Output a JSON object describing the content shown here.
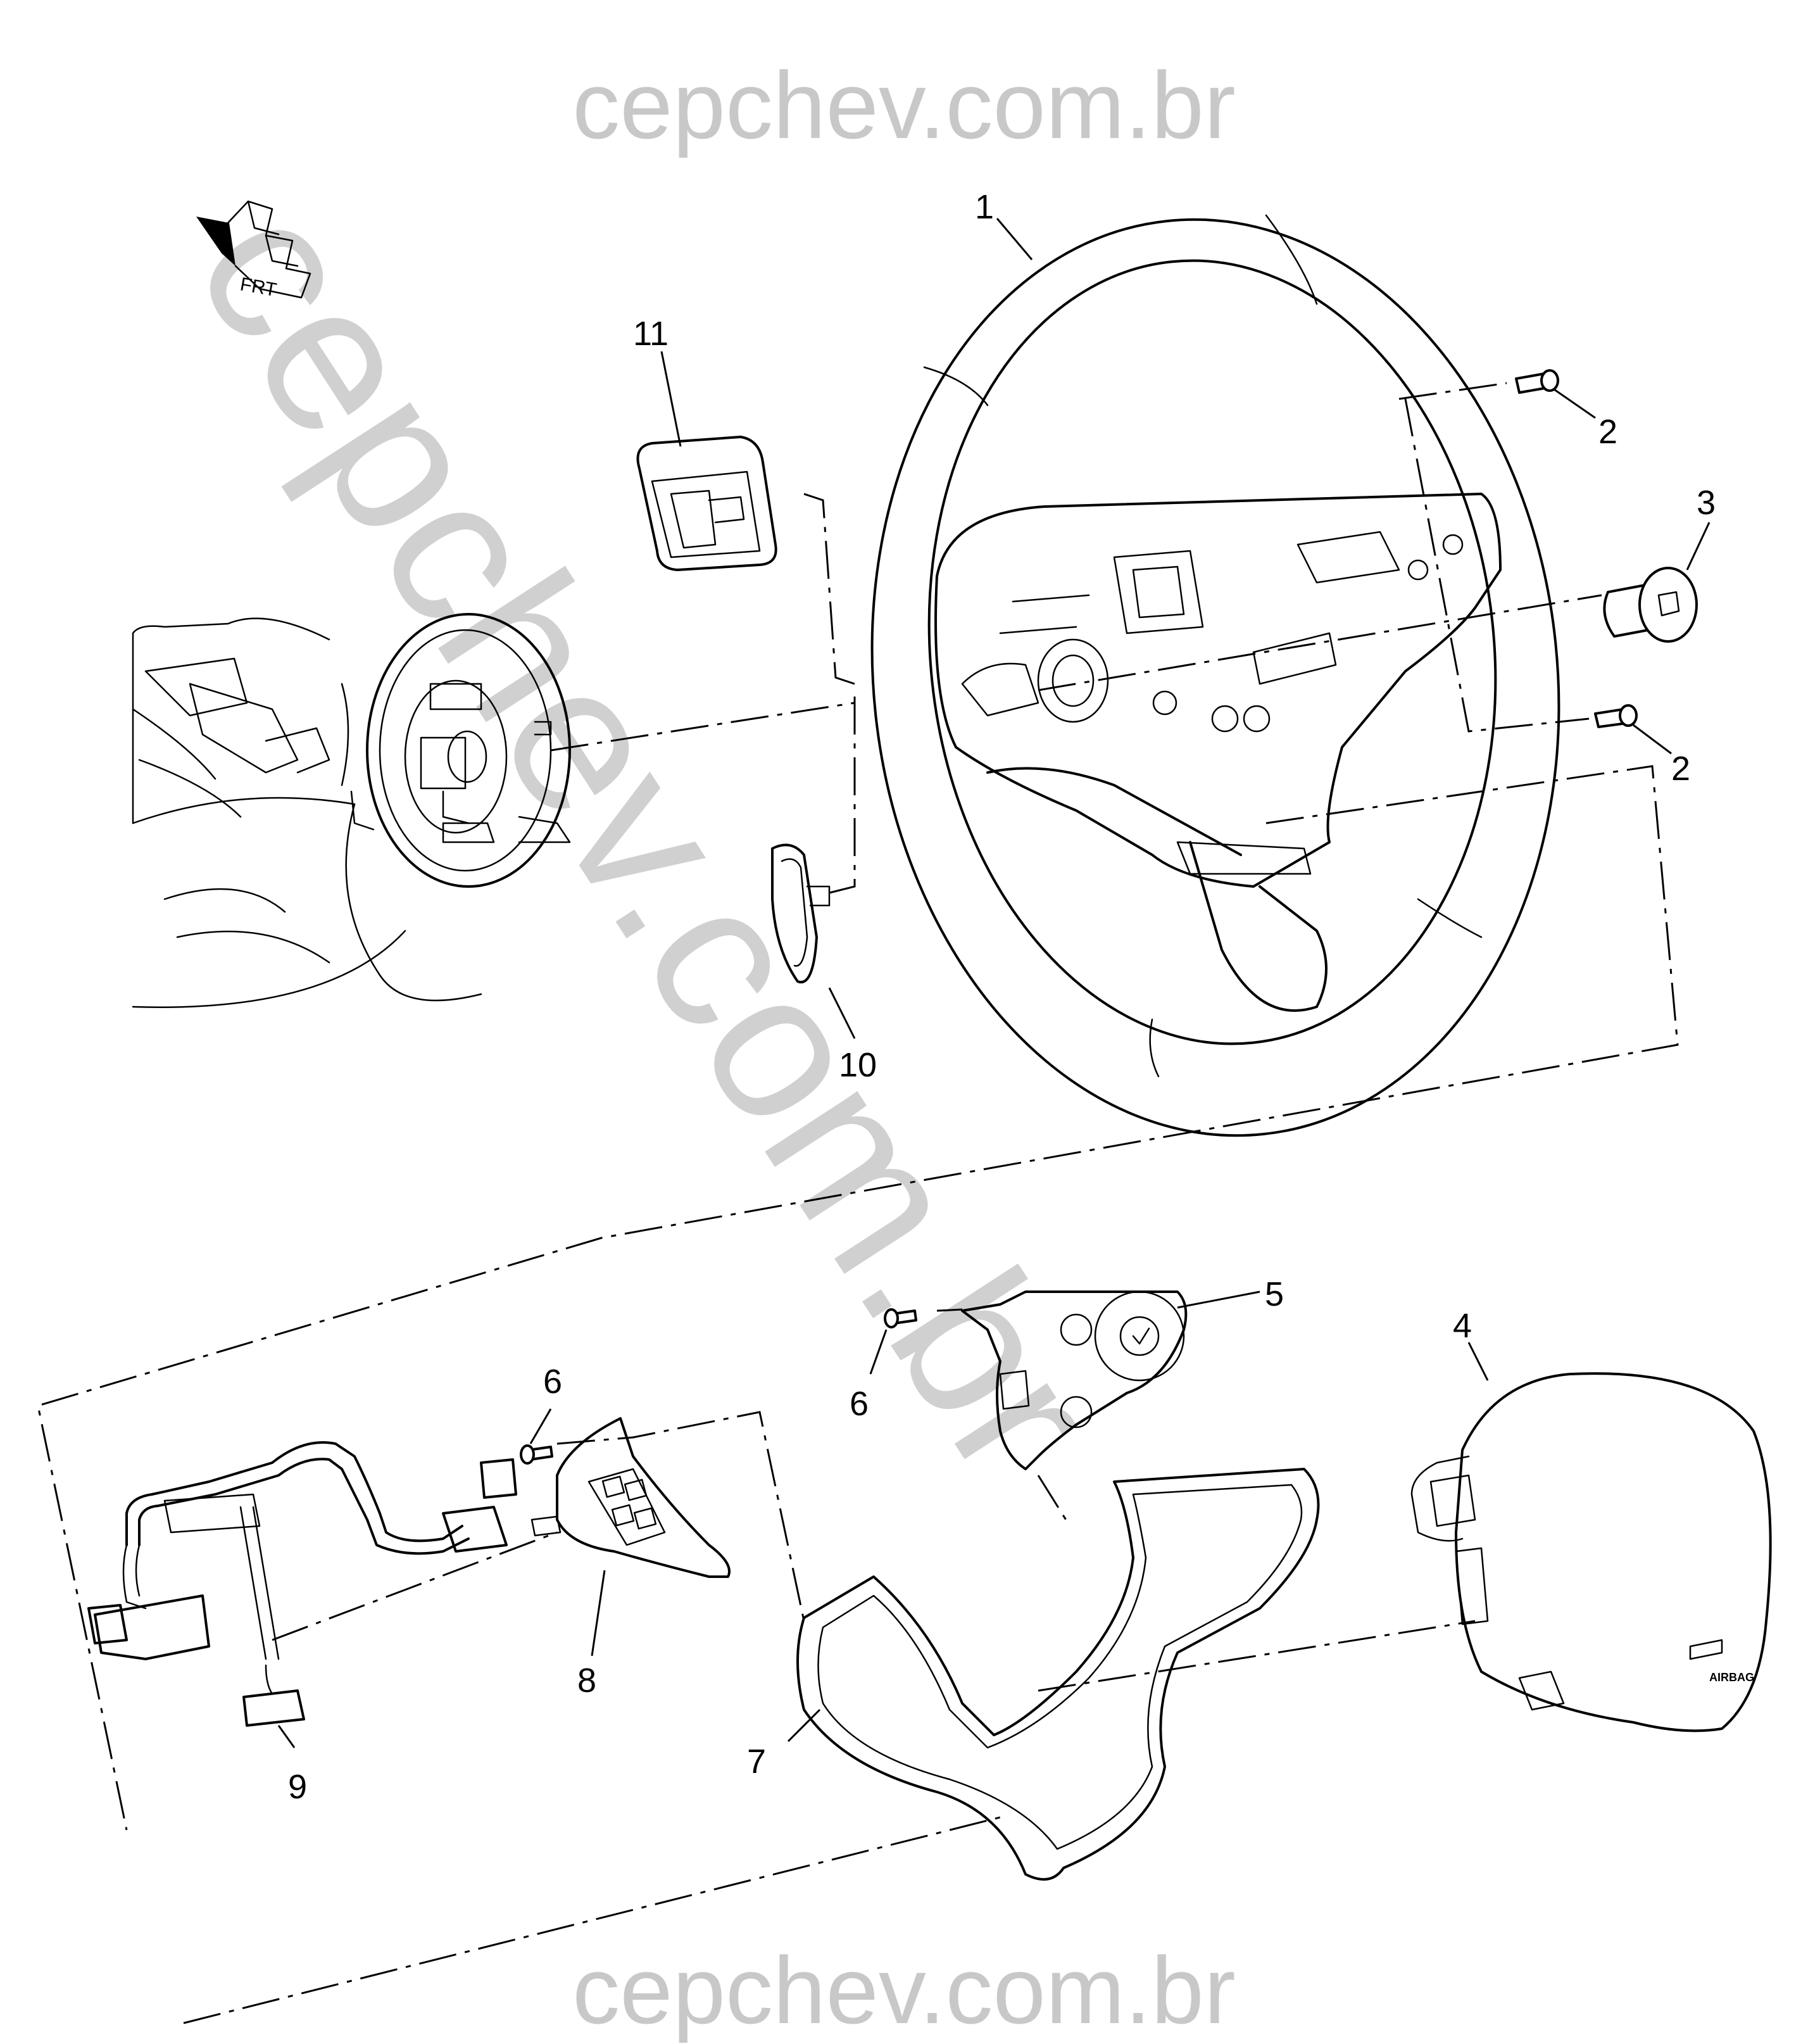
{
  "watermark": {
    "top": "cepchev.com.br",
    "bottom": "cepchev.com.br",
    "diagonal": "cepchev.com.br"
  },
  "orientation_marker": {
    "label": "FRT",
    "icon": "front-arrow-icon"
  },
  "callouts": [
    {
      "id": "c1",
      "text": "1"
    },
    {
      "id": "c2a",
      "text": "2"
    },
    {
      "id": "c2b",
      "text": "2"
    },
    {
      "id": "c3",
      "text": "3"
    },
    {
      "id": "c4",
      "text": "4"
    },
    {
      "id": "c5",
      "text": "5"
    },
    {
      "id": "c6a",
      "text": "6"
    },
    {
      "id": "c6b",
      "text": "6"
    },
    {
      "id": "c7",
      "text": "7"
    },
    {
      "id": "c8",
      "text": "8"
    },
    {
      "id": "c9",
      "text": "9"
    },
    {
      "id": "c10",
      "text": "10"
    },
    {
      "id": "c11",
      "text": "11"
    }
  ],
  "airbag_emblem": "AIRBAG",
  "colors": {
    "line": "#000000",
    "watermark": "#c8c8c8",
    "background": "#ffffff"
  }
}
